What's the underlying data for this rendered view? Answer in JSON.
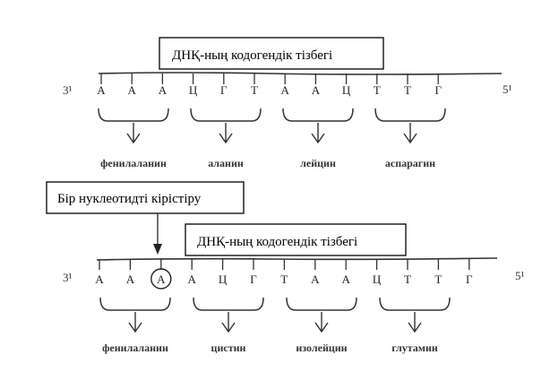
{
  "top_diagram": {
    "label": "ДНҚ-ның кодогендік тізбегі",
    "end_left": "3¹",
    "end_right": "5¹",
    "bases": [
      "А",
      "А",
      "А",
      "Ц",
      "Г",
      "Т",
      "А",
      "А",
      "Ц",
      "Т",
      "Т",
      "Г"
    ],
    "amino_acids": [
      "фенилаланин",
      "аланин",
      "лейцин",
      "аспарагин"
    ]
  },
  "mutation": {
    "label": "Бір нуклеотидті кірістіру",
    "inserted_base_index": 2
  },
  "bottom_diagram": {
    "label": "ДНҚ-ның кодогендік тізбегі",
    "end_left": "3¹",
    "end_right": "5¹",
    "bases": [
      "А",
      "А",
      "А",
      "А",
      "Ц",
      "Г",
      "Т",
      "А",
      "А",
      "Ц",
      "Т",
      "Т",
      "Г"
    ],
    "amino_acids": [
      "фенилаланин",
      "цистин",
      "изолейцин",
      "глутамин"
    ]
  }
}
